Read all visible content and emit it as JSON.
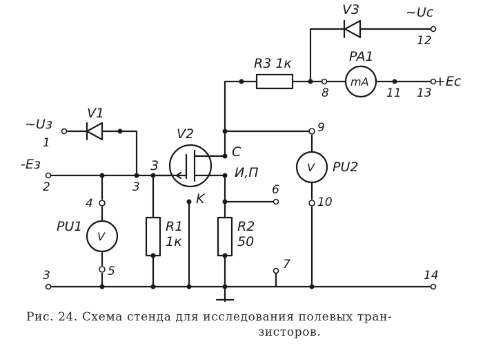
{
  "labels": {
    "u_g": "~Uз",
    "e_g": "-Eз",
    "u_c": "~Uc",
    "e_c": "+Ec",
    "v1": "V1",
    "v2": "V2",
    "v3": "V3",
    "r3": "R3 1к",
    "pa1": "PA1",
    "pu1": "PU1",
    "pu2": "PU2",
    "r1": "R1",
    "r1_val": "1к",
    "r2": "R2",
    "r2_val": "50",
    "c_pin": "C",
    "ip_pin": "И,П",
    "k_pin": "K",
    "gate_node": "3",
    "meter_v": "V",
    "meter_ma": "mA"
  },
  "terminals": {
    "t1": "1",
    "t2": "2",
    "t3": "3",
    "t3b": "3",
    "t4": "4",
    "t5": "5",
    "t6": "6",
    "t7": "7",
    "t8": "8",
    "t9": "9",
    "t10": "10",
    "t11": "11",
    "t12": "12",
    "t13": "13",
    "t14": "14"
  },
  "caption": {
    "prefix": "Рис. 24.",
    "line1": "Схема стенда для исследования полевых тран-",
    "line2": "зисторов."
  }
}
